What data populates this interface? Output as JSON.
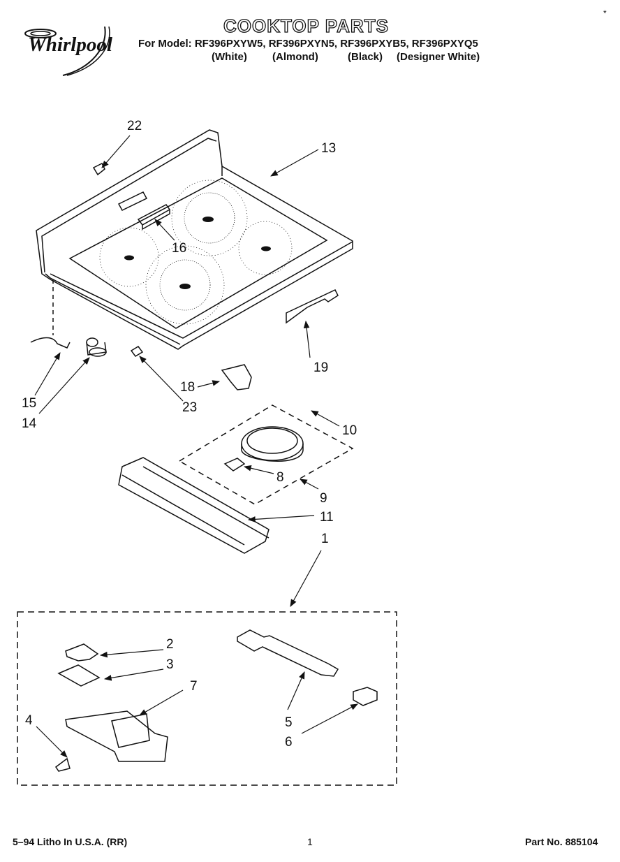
{
  "header": {
    "brand": "Whirlpool",
    "title": "COOKTOP PARTS",
    "models_line": "For Model: RF396PXYW5, RF396PXYN5, RF396PXYB5, RF396PXYQ5",
    "colors": [
      "(White)",
      "(Almond)",
      "(Black)",
      "(Designer White)"
    ],
    "corner_mark": "*"
  },
  "callouts": {
    "c22": "22",
    "c13": "13",
    "c16": "16",
    "c19": "19",
    "c15": "15",
    "c14": "14",
    "c18": "18",
    "c23": "23",
    "c10": "10",
    "c8": "8",
    "c9": "9",
    "c11": "11",
    "c1": "1",
    "c2": "2",
    "c3": "3",
    "c7": "7",
    "c4": "4",
    "c5": "5",
    "c6": "6"
  },
  "footer": {
    "left": "5–94 Litho In U.S.A. (RR)",
    "page": "1",
    "part_no": "Part No. 885104"
  }
}
